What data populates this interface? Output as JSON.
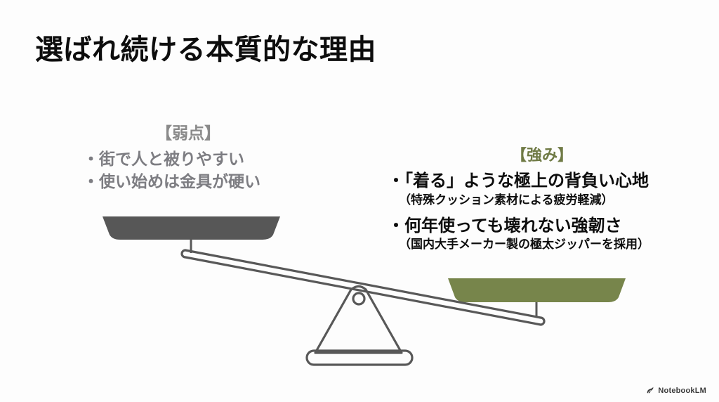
{
  "slide": {
    "title": "選ばれ続ける本質的な理由",
    "background_color": "#fdfdfd"
  },
  "weakness": {
    "heading": "【弱点】",
    "heading_color": "#8a8a8a",
    "text_color": "#7d7d82",
    "pan_color": "#575757",
    "items": [
      "・街で人と被りやすい",
      "・使い始めは金具が硬い"
    ]
  },
  "strength": {
    "heading": "【強み】",
    "heading_color": "#6f7a45",
    "text_color": "#0d0d0d",
    "pan_color": "#77854b",
    "items": [
      {
        "main": "・「着る」ような極上の背負い心地",
        "sub": "（特殊クッション素材による疲労軽減）"
      },
      {
        "main": "・何年使っても壊れない強韌さ",
        "sub": "（国内大手メーカー製の極太ジッパーを採用）"
      }
    ]
  },
  "illustration": {
    "name": "balance-scale",
    "stroke_color": "#585858",
    "left_pan_color": "#575757",
    "right_pan_color": "#77854b"
  },
  "watermark": {
    "label": "NotebookLM",
    "icon": "notebooklm-spark-icon"
  }
}
